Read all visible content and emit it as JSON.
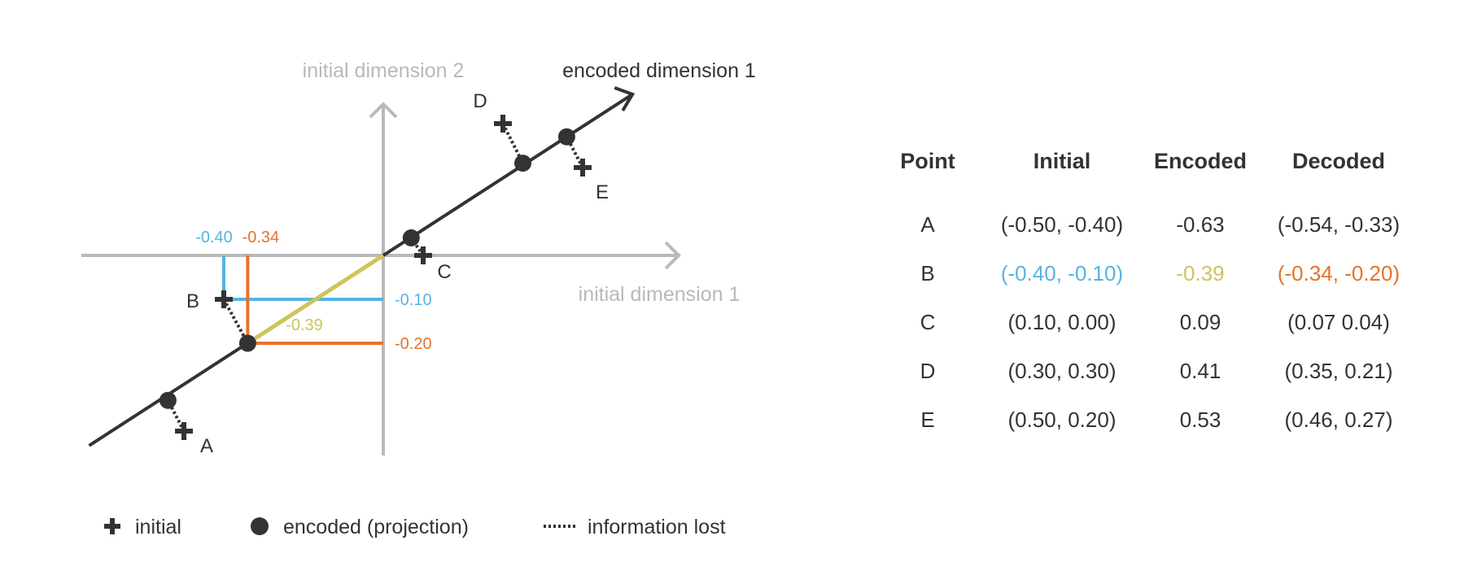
{
  "colors": {
    "axis": "#b9b9b9",
    "line": "#333333",
    "blue": "#56b4e0",
    "orange": "#e5722d",
    "yellow": "#cdc55a",
    "text": "#333333"
  },
  "axes": {
    "x_label": "initial dimension 1",
    "y_label": "initial dimension 2",
    "encoded_label": "encoded dimension 1"
  },
  "annotations": {
    "bx": "-0.40",
    "by": "-0.10",
    "dx": "-0.34",
    "dy": "-0.20",
    "enc": "-0.39"
  },
  "points": [
    {
      "label": "A",
      "initial": [
        -0.5,
        -0.4
      ],
      "encoded": -0.63,
      "decoded": [
        -0.54,
        -0.33
      ]
    },
    {
      "label": "B",
      "initial": [
        -0.4,
        -0.1
      ],
      "encoded": -0.39,
      "decoded": [
        -0.34,
        -0.2
      ]
    },
    {
      "label": "C",
      "initial": [
        0.1,
        0.0
      ],
      "encoded": 0.09,
      "decoded": [
        0.07,
        0.04
      ]
    },
    {
      "label": "D",
      "initial": [
        0.3,
        0.3
      ],
      "encoded": 0.41,
      "decoded": [
        0.35,
        0.21
      ]
    },
    {
      "label": "E",
      "initial": [
        0.5,
        0.2
      ],
      "encoded": 0.53,
      "decoded": [
        0.46,
        0.27
      ]
    }
  ],
  "legend": {
    "initial": "initial",
    "encoded": "encoded (projection)",
    "lost": "information lost"
  },
  "table": {
    "headers": [
      "Point",
      "Initial",
      "Encoded",
      "Decoded"
    ],
    "rows": [
      [
        "A",
        "(-0.50, -0.40)",
        "-0.63",
        "(-0.54, -0.33)"
      ],
      [
        "B",
        "(-0.40, -0.10)",
        "-0.39",
        "(-0.34, -0.20)"
      ],
      [
        "C",
        "(0.10, 0.00)",
        "0.09",
        "(0.07 0.04)"
      ],
      [
        "D",
        "(0.30, 0.30)",
        "0.41",
        "(0.35, 0.21)"
      ],
      [
        "E",
        "(0.50, 0.20)",
        "0.53",
        "(0.46, 0.27)"
      ]
    ]
  }
}
